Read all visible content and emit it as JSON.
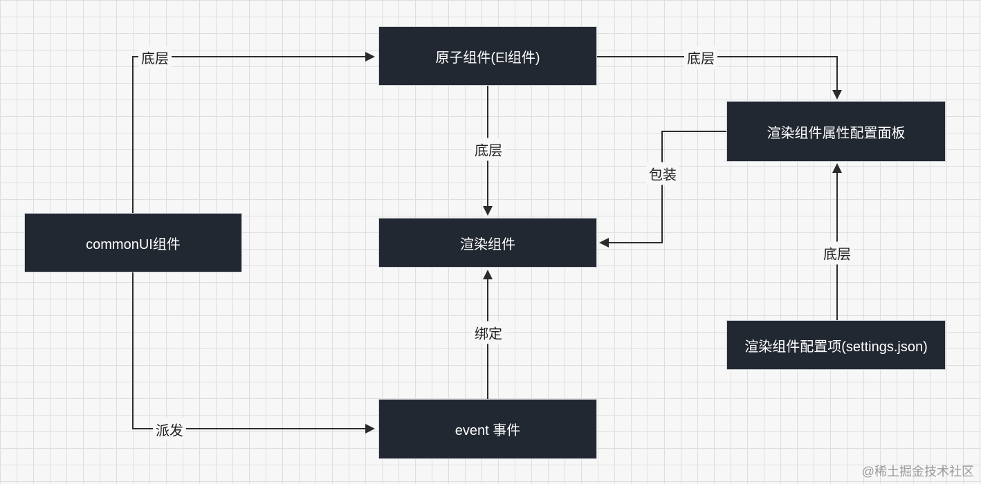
{
  "nodes": {
    "common_ui": "commonUI组件",
    "atomic": "原子组件(El组件)",
    "render": "渲染组件",
    "event": "event 事件",
    "attr_panel": "渲染组件属性配置面板",
    "config": "渲染组件配置项(settings.json)"
  },
  "edges": {
    "common_to_atomic": "底层",
    "common_to_event": "派发",
    "atomic_to_render": "底层",
    "atomic_to_panel": "底层",
    "panel_to_render": "包装",
    "event_to_render": "绑定",
    "config_to_panel": "底层"
  },
  "watermark": "@稀土掘金技术社区",
  "colors": {
    "node_fill": "#222831",
    "node_border": "#cfd3d8",
    "edge": "#2b2b2b",
    "grid": "#dedede"
  }
}
